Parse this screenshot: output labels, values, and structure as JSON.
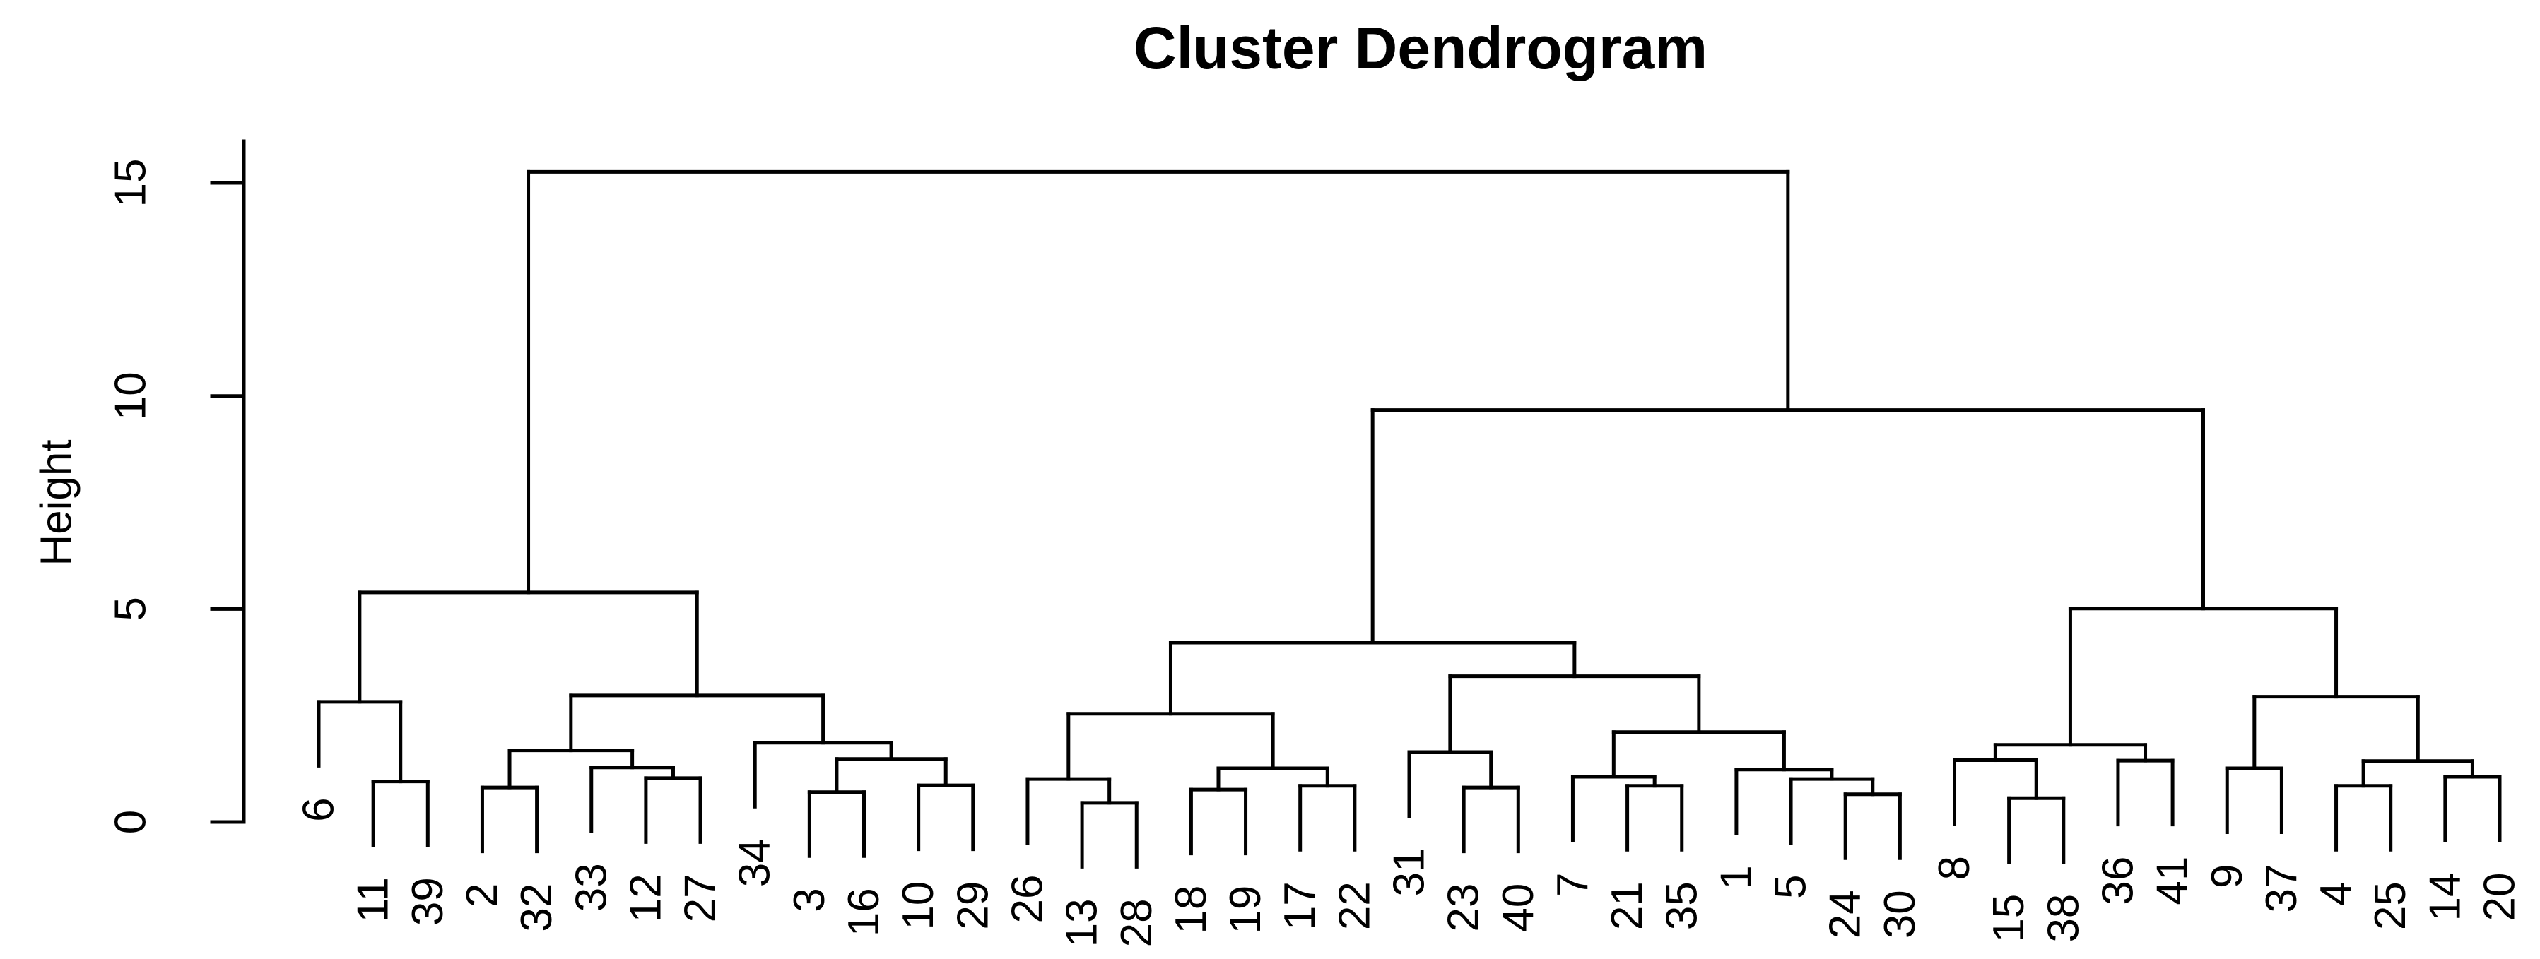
{
  "chart_data": {
    "type": "dendrogram",
    "title": "Cluster Dendrogram",
    "ylabel": "Height",
    "yticks": [
      0,
      5,
      10,
      15
    ],
    "ylim": [
      0,
      15.5
    ],
    "hang": 1.5,
    "line_color": "#000000",
    "background": "#ffffff",
    "legend": "none",
    "grid": "off",
    "leaf_order": [
      "6",
      "11",
      "39",
      "2",
      "32",
      "33",
      "12",
      "27",
      "34",
      "3",
      "16",
      "10",
      "29",
      "26",
      "13",
      "28",
      "18",
      "19",
      "17",
      "22",
      "31",
      "23",
      "40",
      "7",
      "21",
      "35",
      "1",
      "5",
      "24",
      "30",
      "8",
      "15",
      "38",
      "36",
      "41",
      "9",
      "37",
      "4",
      "25",
      "14",
      "20"
    ],
    "tree": [
      15.26,
      [
        5.39,
        [
          2.82,
          "6",
          [
            0.95,
            "11",
            "39"
          ]
        ],
        [
          2.97,
          [
            1.68,
            [
              0.81,
              "2",
              "32"
            ],
            [
              1.28,
              "33",
              [
                1.03,
                "12",
                "27"
              ]
            ]
          ],
          [
            1.86,
            "34",
            [
              1.48,
              [
                0.7,
                "3",
                "16"
              ],
              [
                0.86,
                "10",
                "29"
              ]
            ]
          ]
        ]
      ],
      [
        9.67,
        [
          4.21,
          [
            2.54,
            [
              1.01,
              "26",
              [
                0.45,
                "13",
                "28"
              ]
            ],
            [
              1.26,
              [
                0.76,
                "18",
                "19"
              ],
              [
                0.85,
                "17",
                "22"
              ]
            ]
          ],
          [
            3.42,
            [
              1.64,
              "31",
              [
                0.81,
                "23",
                "40"
              ]
            ],
            [
              2.11,
              [
                1.06,
                "7",
                [
                  0.85,
                  "21",
                  "35"
                ]
              ],
              [
                1.23,
                "1",
                [
                  1.01,
                  "5",
                  [
                    0.65,
                    "24",
                    "30"
                  ]
                ]
              ]
            ]
          ]
        ],
        [
          5.01,
          [
            1.81,
            [
              1.45,
              "8",
              [
                0.56,
                "15",
                "38"
              ]
            ],
            [
              1.44,
              "36",
              "41"
            ]
          ],
          [
            2.94,
            [
              1.26,
              "9",
              "37"
            ],
            [
              1.43,
              [
                0.85,
                "4",
                "25"
              ],
              [
                1.06,
                "14",
                "20"
              ]
            ]
          ]
        ]
      ]
    ]
  }
}
